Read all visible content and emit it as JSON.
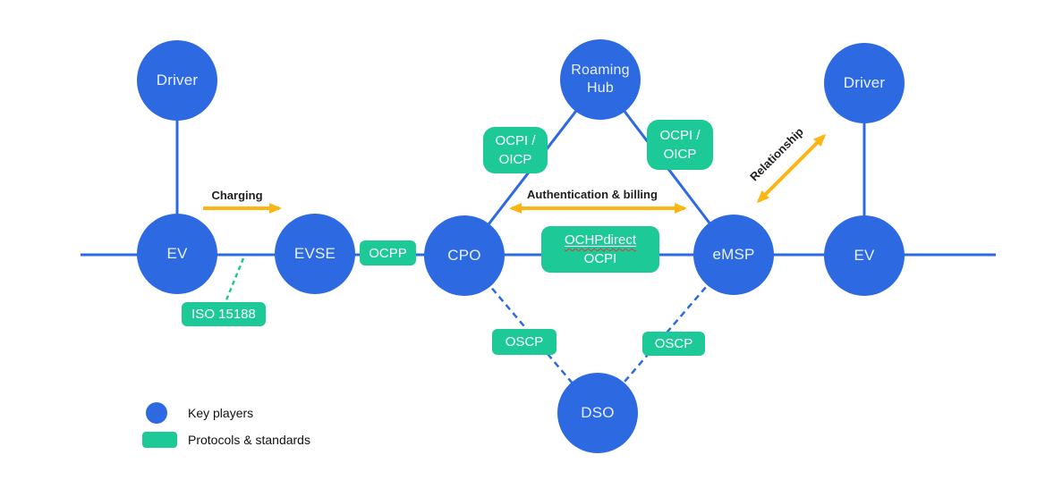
{
  "colors": {
    "player": "#2D69E1",
    "protocol": "#1EC998",
    "arrow": "#FBB515",
    "node_text": "#E8F1FE",
    "badge_text": "#FFFFFF",
    "label_text": "#1F1F1F",
    "squiggle": "#E03A2F"
  },
  "nodes": {
    "driver_left": "Driver",
    "ev_left": "EV",
    "evse": "EVSE",
    "cpo": "CPO",
    "roaming_hub": "Roaming Hub",
    "emsp": "eMSP",
    "ev_right": "EV",
    "driver_right": "Driver",
    "dso": "DSO"
  },
  "protocols": {
    "ocpp": "OCPP",
    "iso_15188": "ISO 15188",
    "ocpi_oicp_left": "OCPI / OICP",
    "ocpi_oicp_right": "OCPI / OICP",
    "ochp_direct": "OCHPdirect",
    "ochp_ocpi": "OCPI",
    "oscp_left": "OSCP",
    "oscp_right": "OSCP"
  },
  "flows": {
    "charging": "Charging",
    "authentication_billing": "Authentication & billing",
    "relationship": "Relationship"
  },
  "legend": {
    "key_players": "Key players",
    "protocols_standards": "Protocols & standards"
  }
}
